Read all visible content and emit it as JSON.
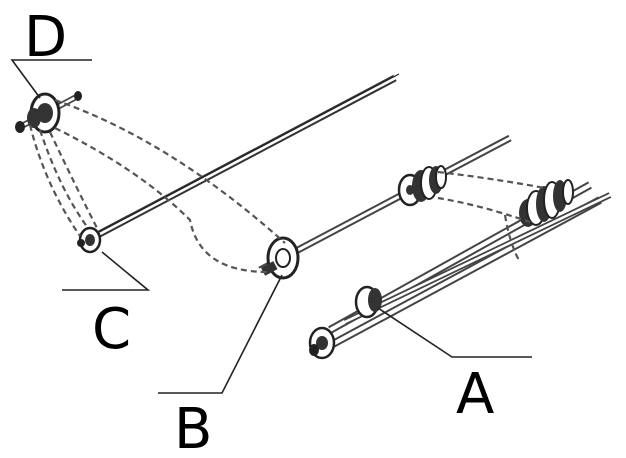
{
  "labels": {
    "a": "A",
    "b": "B",
    "c": "C",
    "d": "D"
  },
  "colors": {
    "line": "#333333",
    "belt": "#555555",
    "background": "#ffffff"
  }
}
